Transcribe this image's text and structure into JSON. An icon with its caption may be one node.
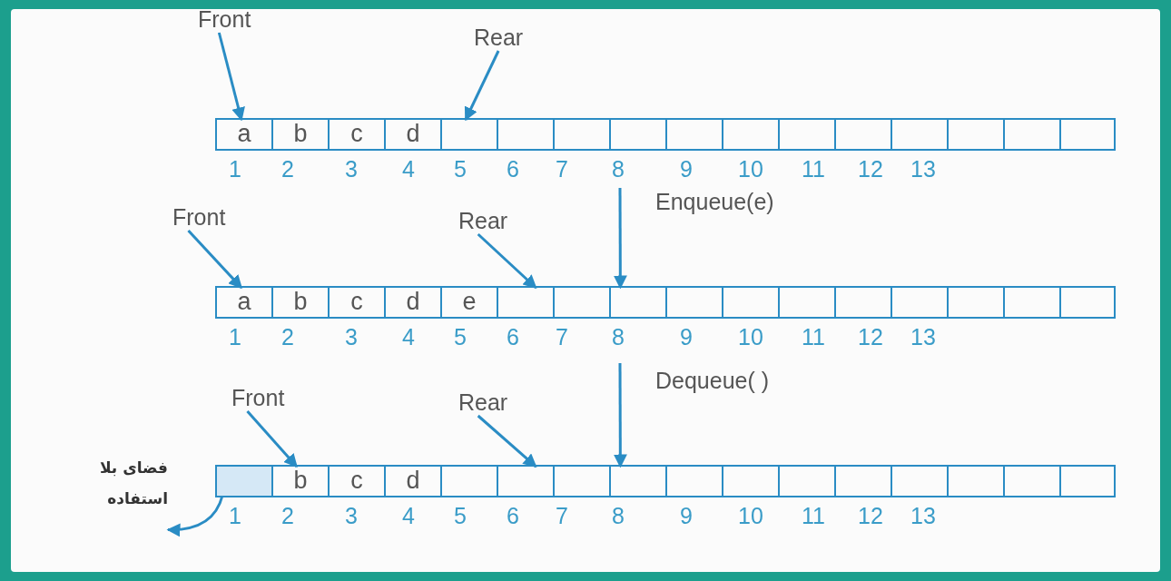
{
  "diagram": {
    "nodes": [
      {
        "text": [
          "Front"
        ]
      },
      {
        "text": [
          "Rear"
        ]
      },
      {
        "text": [],
        "shape": "box"
      },
      {
        "text": [
          "a"
        ],
        "in": 2
      },
      {
        "text": [
          "b"
        ],
        "in": 2
      },
      {
        "text": [
          "c"
        ],
        "in": 2
      },
      {
        "text": [
          "d"
        ],
        "in": 2
      },
      {
        "text": [],
        "shape": "box",
        "in": 2
      },
      {
        "text": [],
        "shape": "box",
        "in": 2
      },
      {
        "text": [],
        "shape": "box",
        "in": 2
      },
      {
        "text": [],
        "shape": "box",
        "in": 2
      },
      {
        "text": [],
        "shape": "box",
        "in": 2
      },
      {
        "text": [],
        "shape": "box",
        "in": 2
      },
      {
        "text": [],
        "shape": "box",
        "in": 2
      },
      {
        "text": [],
        "shape": "box",
        "in": 2
      },
      {
        "text": [],
        "shape": "box",
        "in": 2
      },
      {
        "text": [],
        "shape": "box",
        "in": 2
      },
      {
        "text": [],
        "shape": "box",
        "in": 2
      },
      {
        "text": [],
        "shape": "box",
        "in": 2
      },
      {
        "text": [
          "Front"
        ]
      },
      {
        "text": [
          "Rear"
        ]
      },
      {
        "text": [],
        "shape": "box"
      },
      {
        "text": [
          "a"
        ],
        "in": 21
      },
      {
        "text": [
          "b"
        ],
        "in": 21
      },
      {
        "text": [
          "c"
        ],
        "in": 21
      },
      {
        "text": [
          "d"
        ],
        "in": 21
      },
      {
        "text": [
          "e"
        ],
        "in": 21
      },
      {
        "text": [],
        "shape": "box",
        "in": 21
      },
      {
        "text": [],
        "shape": "box",
        "in": 21
      },
      {
        "text": [],
        "shape": "box",
        "in": 21
      },
      {
        "text": [],
        "shape": "box",
        "in": 21
      },
      {
        "text": [],
        "shape": "box",
        "in": 21
      },
      {
        "text": [],
        "shape": "box",
        "in": 21
      },
      {
        "text": [],
        "shape": "box",
        "in": 21
      },
      {
        "text": [],
        "shape": "box",
        "in": 21
      },
      {
        "text": [],
        "shape": "box",
        "in": 21
      },
      {
        "text": [],
        "shape": "box",
        "in": 21
      },
      {
        "text": [],
        "shape": "box",
        "in": 21
      },
      {
        "text": [
          "Front"
        ]
      },
      {
        "text": [
          "Rear"
        ]
      },
      {
        "text": [
          "فضای بلا استفاده"
        ]
      },
      {
        "text": [],
        "shape": "box"
      },
      {
        "text": [],
        "shape": "box",
        "in": 41
      },
      {
        "text": [
          "b"
        ],
        "in": 41
      },
      {
        "text": [
          "c"
        ],
        "in": 41
      },
      {
        "text": [
          "d"
        ],
        "in": 41
      },
      {
        "text": [],
        "shape": "box",
        "in": 41
      },
      {
        "text": [],
        "shape": "box",
        "in": 41
      },
      {
        "text": [],
        "shape": "box",
        "in": 41
      },
      {
        "text": [],
        "shape": "box",
        "in": 41
      },
      {
        "text": [],
        "shape": "box",
        "in": 41
      },
      {
        "text": [],
        "shape": "box",
        "in": 41
      },
      {
        "text": [],
        "shape": "box",
        "in": 41
      },
      {
        "text": [],
        "shape": "box",
        "in": 41
      },
      {
        "text": [],
        "shape": "box",
        "in": 41
      },
      {
        "text": [],
        "shape": "box",
        "in": 41
      },
      {
        "text": [],
        "shape": "box",
        "in": 41
      },
      {
        "text": [],
        "shape": "box",
        "in": 41
      }
    ],
    "edges": [
      {
        "from": 0,
        "to": 3,
        "arrow": "to"
      },
      {
        "from": 1,
        "to": 7,
        "arrow": "to"
      },
      {
        "from": null,
        "to": 29,
        "arrow": "to",
        "label": "Enqueue(e)"
      },
      {
        "from": 19,
        "to": 22,
        "arrow": "to"
      },
      {
        "from": 20,
        "to": 27,
        "arrow": "to"
      },
      {
        "from": null,
        "to": 49,
        "arrow": "to",
        "label": "Dequeue( )"
      },
      {
        "from": 38,
        "to": 43,
        "arrow": "to"
      },
      {
        "from": 39,
        "to": 47,
        "arrow": "to"
      },
      {
        "from": 42,
        "to": 40,
        "arrow": "to"
      }
    ],
    "labels": [
      "1",
      "2",
      "3",
      "4",
      "5",
      "6",
      "7",
      "8",
      "9",
      "10",
      "11",
      "12",
      "13",
      "1",
      "2",
      "3",
      "4",
      "5",
      "6",
      "7",
      "8",
      "9",
      "10",
      "11",
      "12",
      "13",
      "1",
      "2",
      "3",
      "4",
      "5",
      "6",
      "7",
      "8",
      "9",
      "10",
      "11",
      "12",
      "13"
    ]
  }
}
